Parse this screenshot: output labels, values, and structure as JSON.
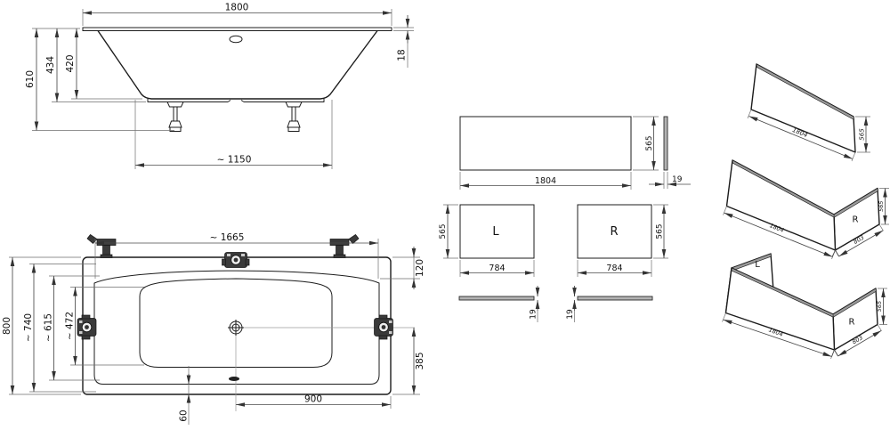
{
  "side_view": {
    "width": "1800",
    "height_total": "610",
    "height_shell": "434",
    "height_depth": "420",
    "rim_thickness": "18",
    "feet_spacing": "~ 1150"
  },
  "plan_view": {
    "rim_length": "~ 1665",
    "width": "800",
    "rim_width": "~ 740",
    "inner_width": "~ 615",
    "bowl_width": "~ 472",
    "edge_offset": "120",
    "drain_offset_side": "385",
    "drain_offset_end": "900",
    "base_offset": "60"
  },
  "panels": {
    "front": {
      "width": "1804",
      "height": "565",
      "thickness": "19"
    },
    "left": {
      "label": "L",
      "width": "784",
      "height": "565",
      "thickness": "19"
    },
    "right": {
      "label": "R",
      "width": "784",
      "height": "565",
      "thickness": "19"
    }
  },
  "iso_views": {
    "front_only": {
      "width": "1804",
      "height": "565"
    },
    "front_right": {
      "width": "1804",
      "height": "565",
      "depth": "803",
      "right_label": "R"
    },
    "front_left_right": {
      "width": "1804",
      "height": "565",
      "depth": "803",
      "left_label": "L",
      "right_label": "R"
    }
  }
}
